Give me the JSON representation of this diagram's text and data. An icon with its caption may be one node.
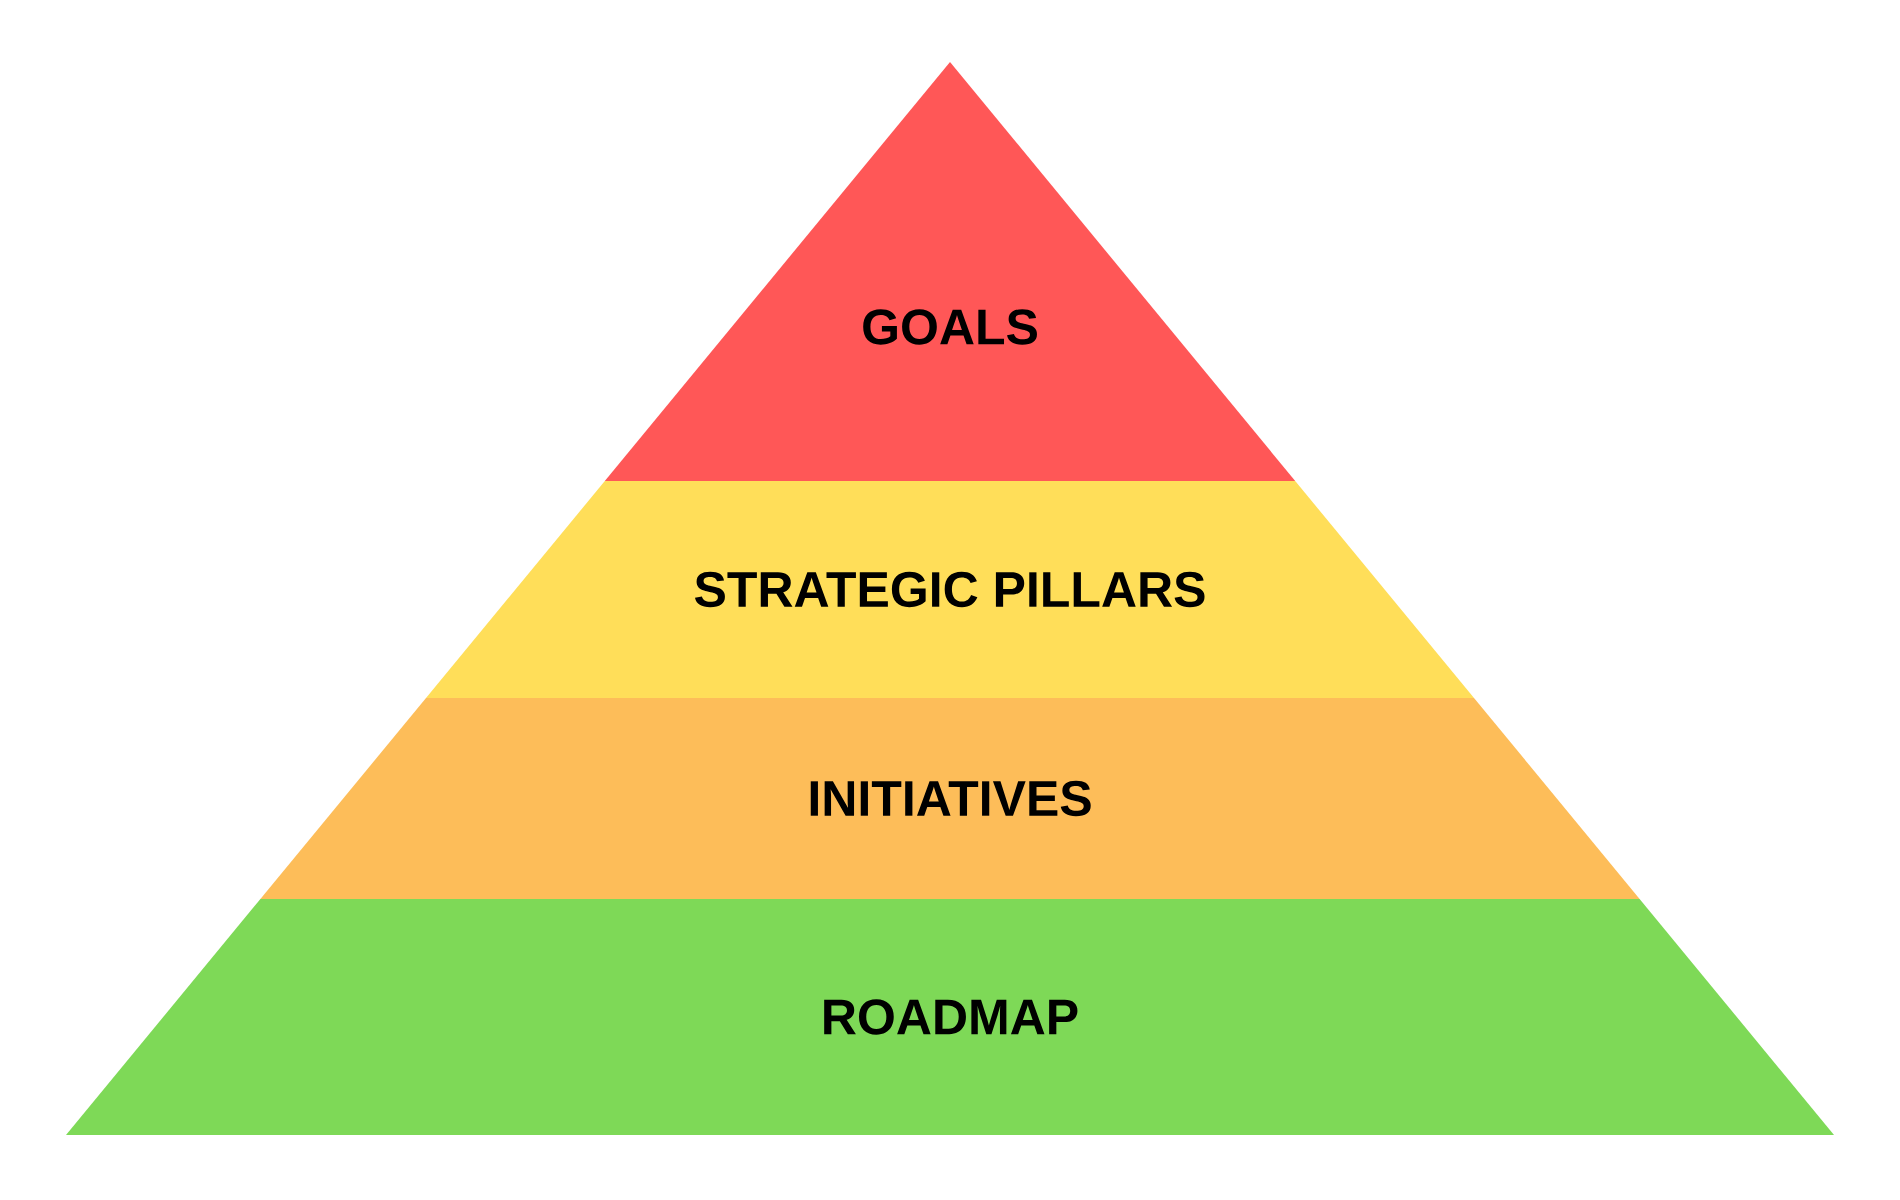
{
  "diagram": {
    "nodes": [
      {
        "text": [
          "GOALS"
        ]
      },
      {
        "text": [
          "STRATEGIC PILLARS"
        ]
      },
      {
        "text": [
          "INITIATIVES"
        ]
      },
      {
        "text": [
          "ROADMAP"
        ]
      }
    ]
  }
}
